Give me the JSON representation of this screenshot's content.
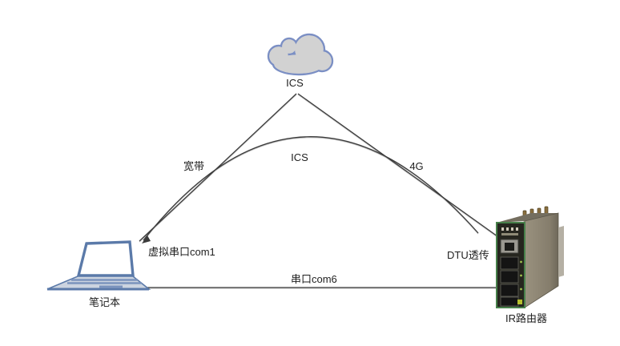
{
  "diagram": {
    "title_hint": "network-topology-diagram",
    "nodes": {
      "cloud": {
        "label": "ICS"
      },
      "laptop": {
        "label": "笔记本"
      },
      "router": {
        "label": "IR路由器"
      }
    },
    "edges": {
      "broadband": {
        "label": "宽带"
      },
      "cellular": {
        "label": "4G"
      },
      "ics_tunnel": {
        "label": "ICS"
      },
      "virtual_serial": {
        "label": "虚拟串口com1"
      },
      "dtu_passthrough": {
        "label": "DTU透传"
      },
      "serial_cable": {
        "label": "串口com6"
      }
    },
    "colors": {
      "line": "#3b3b3b",
      "cloud_fill": "#d2d2d2",
      "cloud_stroke": "#7b8fc4",
      "laptop_stroke": "#5b7aa9",
      "laptop_base_fill": "#ccd4e0",
      "laptop_key_line": "#7b93bd",
      "router_front": "#26261f",
      "router_green": "#47804a",
      "router_side": "#8d8575",
      "antenna_gold": "#8a6f3f"
    }
  }
}
